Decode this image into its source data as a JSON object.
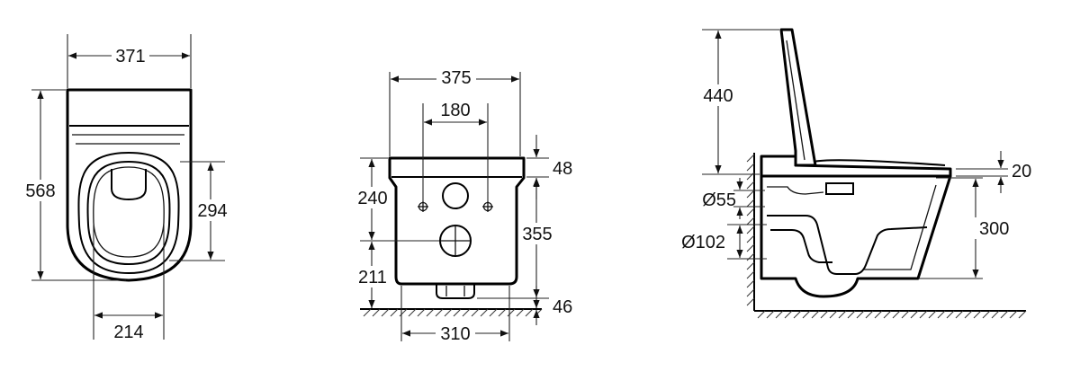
{
  "top_view": {
    "width": "371",
    "depth": "568",
    "seat_depth": "294",
    "bowl_width": "214"
  },
  "front_view": {
    "width": "375",
    "hole_spacing": "180",
    "top_thickness": "48",
    "upper_height": "240",
    "inlet_height": "355",
    "outlet_height": "211",
    "outlet_drop": "46",
    "base_width": "310"
  },
  "side_view": {
    "tank_height": "440",
    "seat_thickness": "20",
    "inlet_diameter": "Ø55",
    "outlet_diameter": "Ø102",
    "rim_height": "300"
  }
}
